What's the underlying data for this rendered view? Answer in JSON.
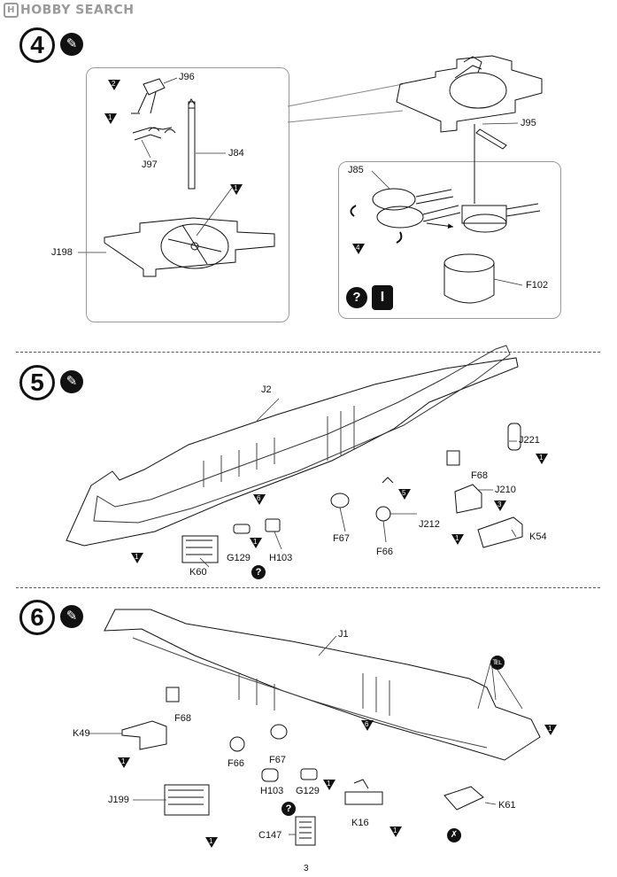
{
  "watermark": "HOBBY SEARCH",
  "page_number": "3",
  "steps": [
    {
      "number": "4",
      "icon": "glue-icon"
    },
    {
      "number": "5",
      "icon": "glue-icon"
    },
    {
      "number": "6",
      "icon": "glue-icon"
    }
  ],
  "step4": {
    "labels": {
      "j96": "J96",
      "j97": "J97",
      "j84": "J84",
      "j198": "J198",
      "j95": "J95",
      "j85": "J85",
      "f102": "F102"
    },
    "markers": {
      "m2": "2",
      "m1a": "1",
      "m1b": "1",
      "m4": "4"
    },
    "notes": {
      "q": "?",
      "i": "I"
    }
  },
  "step5": {
    "labels": {
      "j2": "J2",
      "j221": "J221",
      "f68": "F68",
      "j210": "J210",
      "k54": "K54",
      "j212": "J212",
      "f67": "F67",
      "f66": "F66",
      "k60": "K60",
      "g129": "G129",
      "h103": "H103"
    },
    "markers": {
      "m6": "6",
      "m1a": "1",
      "m1b": "1",
      "m5": "5",
      "m3": "3",
      "m1c": "1",
      "m1d": "1"
    }
  },
  "step6": {
    "labels": {
      "j1": "J1",
      "f68": "F68",
      "k49": "K49",
      "f66": "F66",
      "f67": "F67",
      "h103": "H103",
      "g129": "G129",
      "j199": "J199",
      "k16": "K16",
      "k61": "K61",
      "c147": "C147"
    },
    "markers": {
      "m6": "6",
      "m1a": "1",
      "m1b": "1",
      "m1c": "1",
      "m1d": "1",
      "m1e": "1"
    }
  }
}
